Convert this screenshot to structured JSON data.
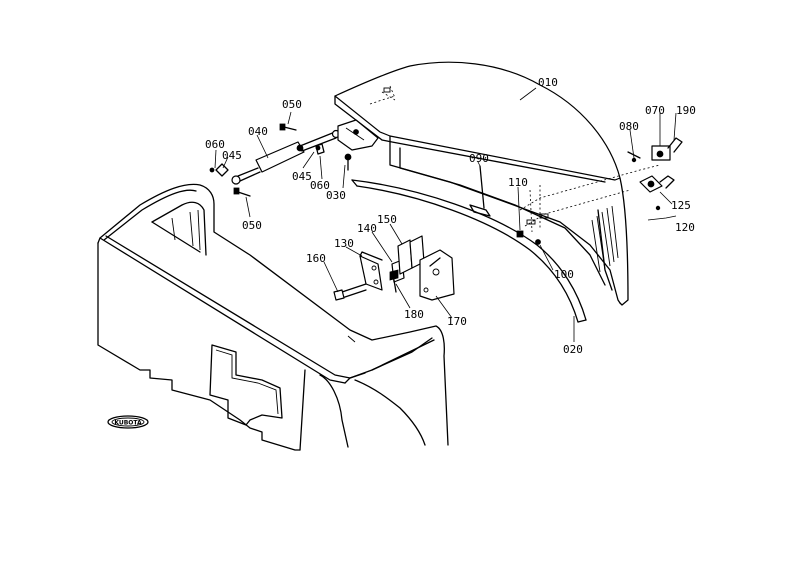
{
  "diagram": {
    "part_labels": [
      {
        "id": "p010",
        "text": "010"
      },
      {
        "id": "p020",
        "text": "020"
      },
      {
        "id": "p030",
        "text": "030"
      },
      {
        "id": "p040",
        "text": "040"
      },
      {
        "id": "p045a",
        "text": "045"
      },
      {
        "id": "p045b",
        "text": "045"
      },
      {
        "id": "p050a",
        "text": "050"
      },
      {
        "id": "p050b",
        "text": "050"
      },
      {
        "id": "p060a",
        "text": "060"
      },
      {
        "id": "p060b",
        "text": "060"
      },
      {
        "id": "p070",
        "text": "070"
      },
      {
        "id": "p080",
        "text": "080"
      },
      {
        "id": "p090",
        "text": "090"
      },
      {
        "id": "p100",
        "text": "100"
      },
      {
        "id": "p110",
        "text": "110"
      },
      {
        "id": "p120",
        "text": "120"
      },
      {
        "id": "p125",
        "text": "125"
      },
      {
        "id": "p130",
        "text": "130"
      },
      {
        "id": "p140",
        "text": "140"
      },
      {
        "id": "p150",
        "text": "150"
      },
      {
        "id": "p160",
        "text": "160"
      },
      {
        "id": "p170",
        "text": "170"
      },
      {
        "id": "p180",
        "text": "180"
      },
      {
        "id": "p190",
        "text": "190"
      }
    ],
    "logo_text": "KUBOTA"
  }
}
